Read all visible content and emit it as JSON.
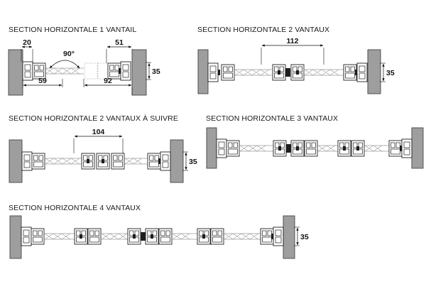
{
  "sections": [
    {
      "id": "s1",
      "title": "SECTION HORIZONTALE 1 VANTAIL",
      "dimensions": {
        "frame_depth": "20",
        "frame_width": "59",
        "sash_width": "51",
        "opening_width": "92",
        "thickness": "35",
        "opening_angle": "90°"
      }
    },
    {
      "id": "s2",
      "title": "SECTION HORIZONTALE 2 VANTAUX",
      "dimensions": {
        "central_width": "112",
        "thickness": "35"
      }
    },
    {
      "id": "s3",
      "title": "SECTION HORIZONTALE 2 VANTAUX À SUIVRE",
      "dimensions": {
        "central_width": "104",
        "thickness": "35"
      }
    },
    {
      "id": "s4",
      "title": "SECTION HORIZONTALE 3 VANTAUX",
      "dimensions": {}
    },
    {
      "id": "s5",
      "title": "SECTION HORIZONTALE 4 VANTAUX",
      "dimensions": {
        "thickness": "35"
      }
    }
  ],
  "colors": {
    "wall_fill": "#9e9e9e",
    "wall_stroke": "#444444",
    "profile_stroke": "#1e1e1e",
    "profile_fill": "#ffffff",
    "glass_stroke": "#9a9a9a"
  }
}
